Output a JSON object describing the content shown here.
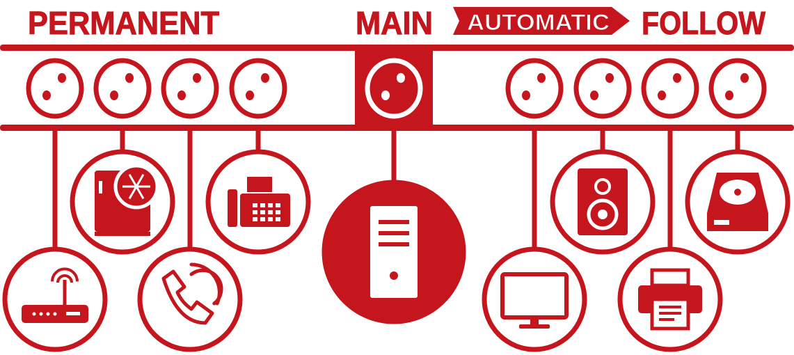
{
  "labels": {
    "permanent": "PERMANENT",
    "main": "MAIN",
    "automatic": "AUTOMATIC",
    "follow": "FOLLOW"
  },
  "colors": {
    "brand": "#c4161c",
    "background": "#ffffff"
  },
  "sockets": {
    "permanent": [
      "socket",
      "socket",
      "socket",
      "socket"
    ],
    "main": "socket",
    "follow": [
      "socket",
      "socket",
      "socket",
      "socket"
    ]
  },
  "devices": {
    "permanent": [
      "router-icon",
      "freezer-icon",
      "phone-icon",
      "fax-icon"
    ],
    "main": "computer-tower-icon",
    "follow": [
      "monitor-icon",
      "speaker-icon",
      "printer-icon",
      "disk-drive-icon"
    ]
  }
}
